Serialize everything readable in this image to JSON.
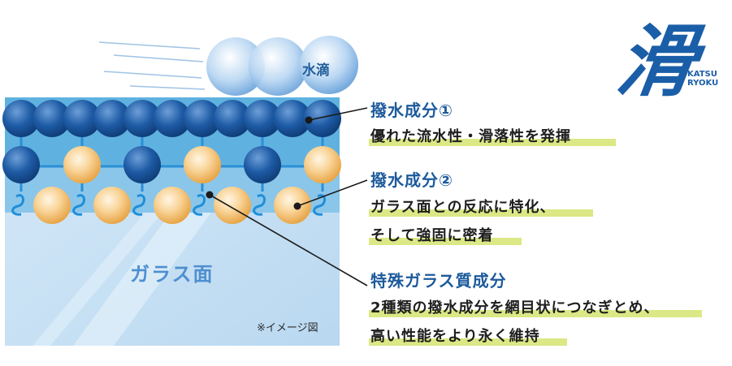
{
  "labels": {
    "water_drop": "水滴",
    "glass_surface": "ガラス面",
    "note": "※イメージ図"
  },
  "logo": {
    "kanji": "滑",
    "latin_top": "KATSU",
    "latin_bottom": "RYOKU"
  },
  "callouts": [
    {
      "title": "撥水成分①",
      "lines": [
        "優れた流水性・滑落性を発揮"
      ]
    },
    {
      "title": "撥水成分②",
      "lines": [
        "ガラス面との反応に特化、",
        "そして強固に密着"
      ]
    },
    {
      "title": "特殊ガラス質成分",
      "lines": [
        "2種類の撥水成分を網目状につなぎとめ、",
        "高い性能をより永く維持"
      ]
    }
  ],
  "colors": {
    "accent_blue": "#1c5a9c",
    "highlight_green": "#cfe05c",
    "coating_band": "#5fb2e0",
    "glass": "#b9d8f0"
  }
}
